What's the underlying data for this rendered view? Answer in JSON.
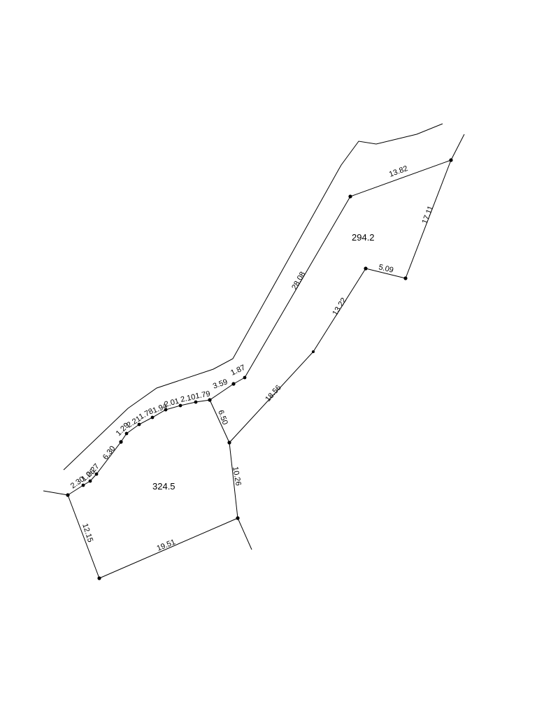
{
  "parcels": [
    {
      "id": "parcel-upper",
      "area": "294.2"
    },
    {
      "id": "parcel-lower",
      "area": "324.5"
    }
  ],
  "dimensions": {
    "upper_top": "13.82",
    "upper_right": "17.11",
    "upper_step": "5.09",
    "upper_diag_upper": "13.22",
    "upper_left_long": "28.08",
    "shared_diag_lower": "18.56",
    "short_north": "1.87",
    "seg_359": "3.59",
    "seg_179": "1.79",
    "seg_210": "2.10",
    "seg_201": "2.01",
    "seg_194": "1.94",
    "seg_178": "1.78",
    "seg_221": "2.21",
    "seg_129": "1.29",
    "seg_630": "6.30",
    "seg_230": "2.30",
    "seg_126": "1.26",
    "seg_027": "0.27",
    "lower_left": "12.15",
    "lower_bottom": "19.51",
    "lower_right": "10.26",
    "lower_mid": "6.50"
  }
}
